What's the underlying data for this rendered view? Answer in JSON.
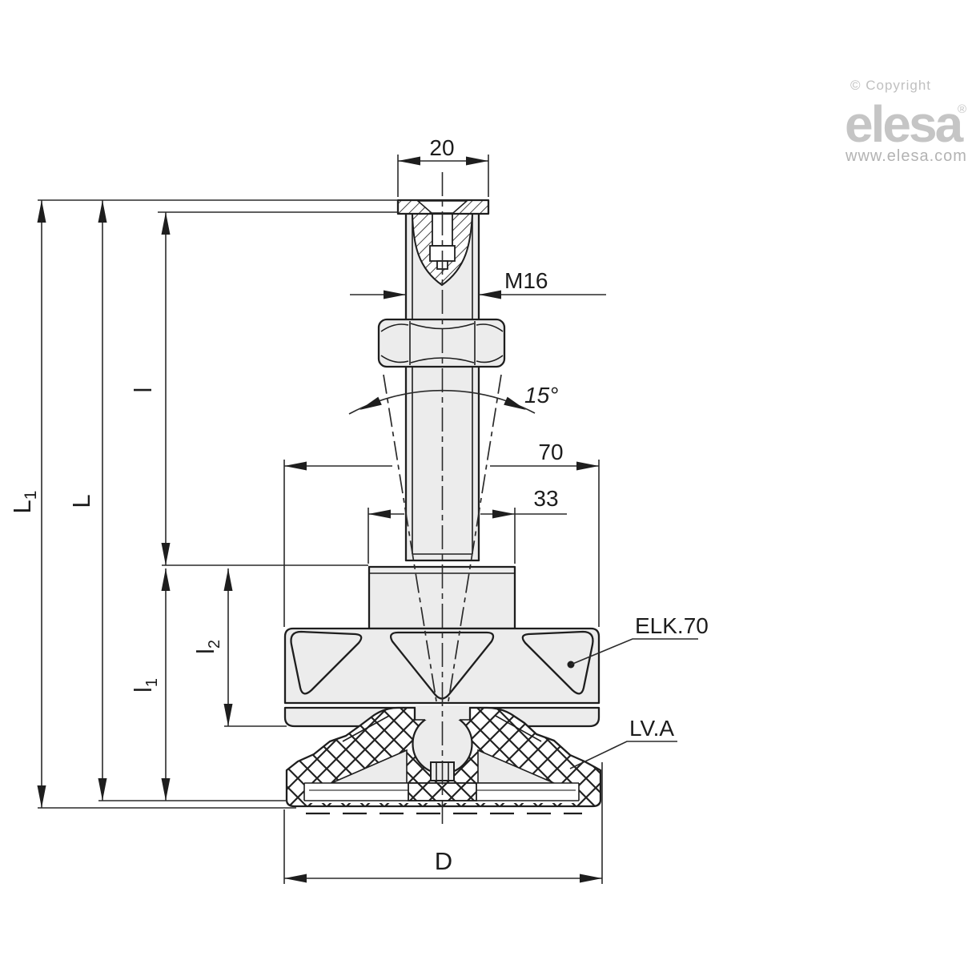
{
  "branding": {
    "copyright": "© Copyright",
    "logo": "elesa",
    "registered": "®",
    "website": "www.elesa.com"
  },
  "part_labels": {
    "knob": "ELK.70",
    "base": "LV.A"
  },
  "dimensions": {
    "head_width": "20",
    "thread": "M16",
    "tilt_angle": "15°",
    "knob_diameter": "70",
    "boss_diameter": "33",
    "base_diameter": "D"
  },
  "length_dimensions": {
    "L1": {
      "main": "L",
      "sub": "1"
    },
    "L": {
      "main": "L"
    },
    "l": {
      "main": "l"
    },
    "l1": {
      "main": "l",
      "sub": "1"
    },
    "l2": {
      "main": "l",
      "sub": "2"
    }
  },
  "colors": {
    "line": "#1e1e1e",
    "dim_line": "#2a2a2a",
    "part_fill": "#ececec",
    "logo_gray": "#c5c5c5",
    "copyright_gray": "#c0c0c0",
    "website_gray": "#b3b3b3"
  }
}
